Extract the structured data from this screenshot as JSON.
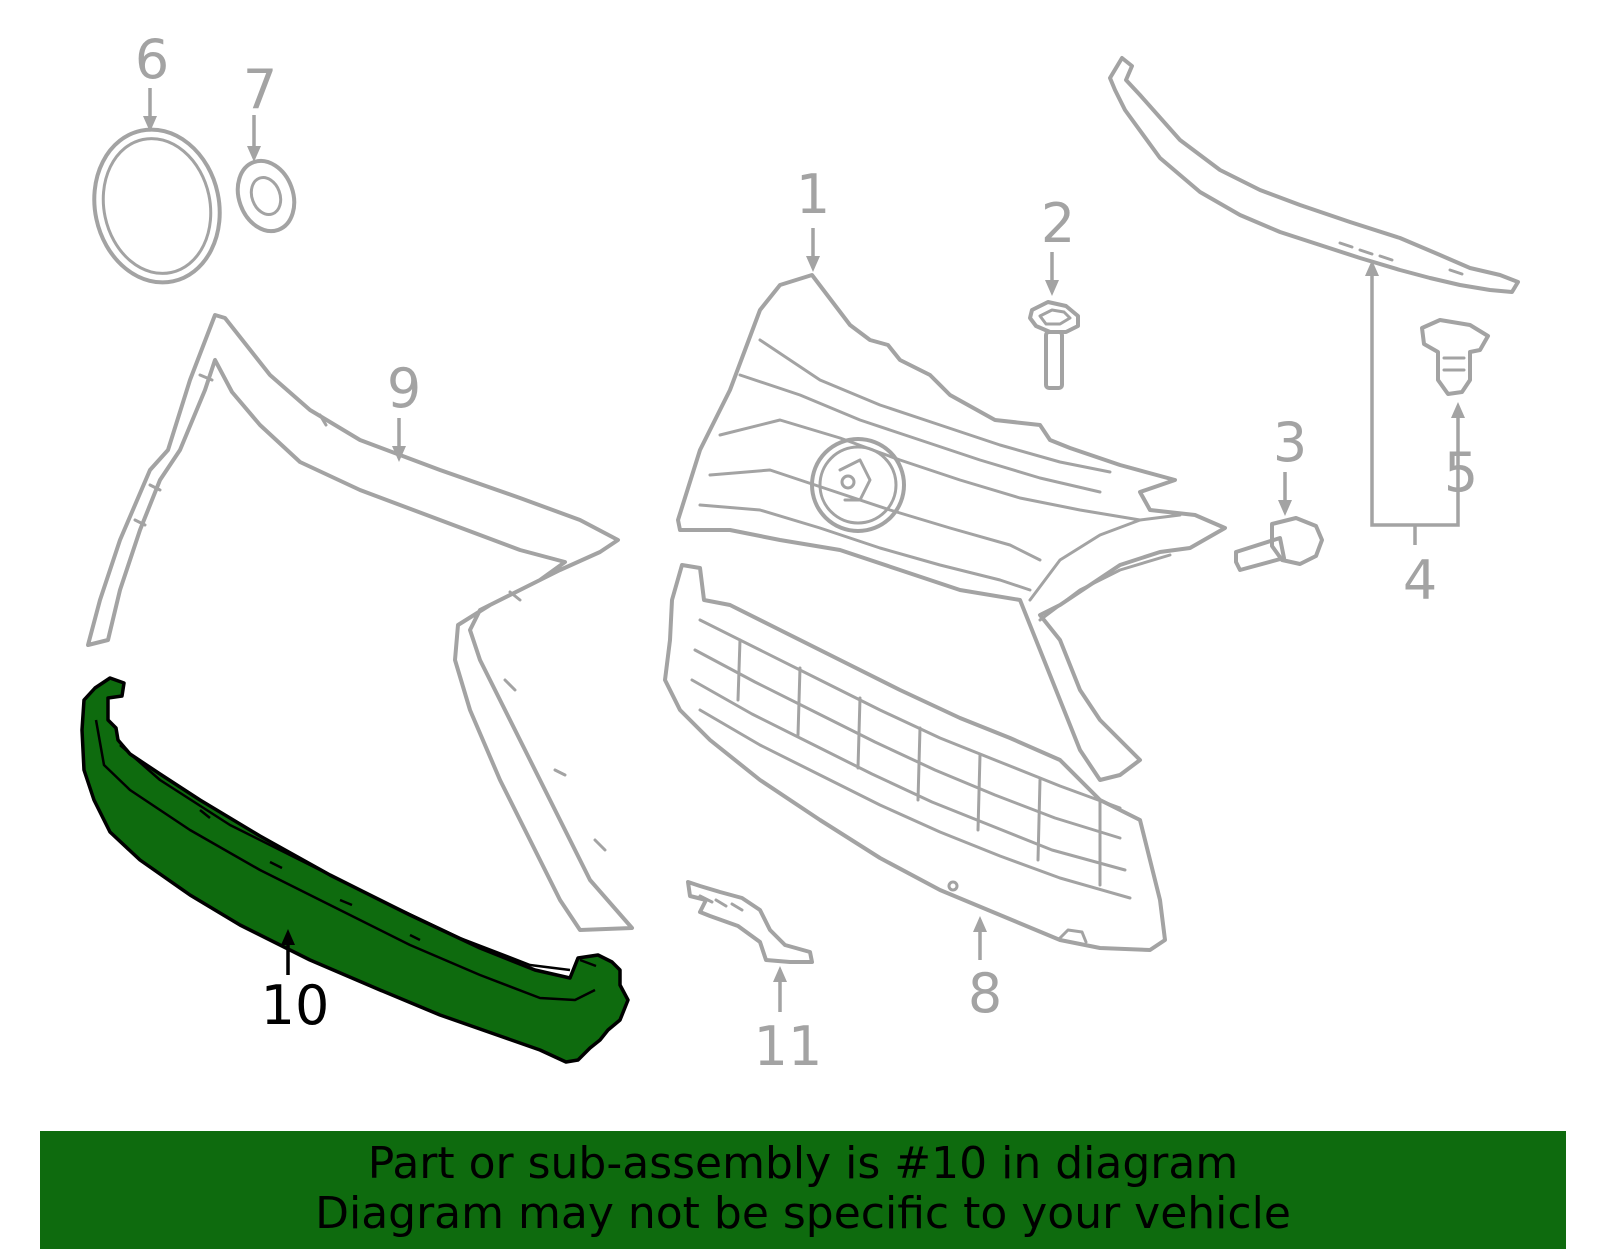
{
  "diagram": {
    "highlighted_part": "10",
    "callouts": [
      "1",
      "2",
      "3",
      "4",
      "5",
      "6",
      "7",
      "8",
      "9",
      "10",
      "11"
    ]
  },
  "banner": {
    "line1": "Part or sub-assembly is #10 in diagram",
    "line2": "Diagram may not be specific to your vehicle",
    "color": "#0e6b0e"
  }
}
